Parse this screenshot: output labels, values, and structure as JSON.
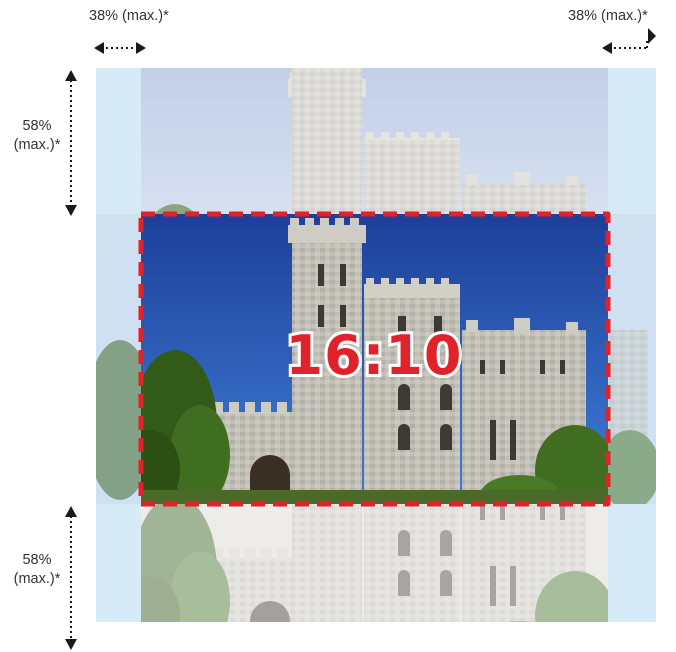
{
  "ratio_label": "16:10",
  "width_extension_note_left": "38% (max.)*",
  "width_extension_note_right": "38% (max.)*",
  "height_extension_note_upper": [
    "58%",
    "(max.)*"
  ],
  "height_extension_note_lower": [
    "58%",
    "(max.)*"
  ],
  "colors": {
    "frame_red": "#e0222b",
    "sky": "#2a5bc4",
    "sky_faded": "#9bb3dd",
    "margin_blue": "#d6eaf7",
    "stone": "#bfbcb4",
    "stone_dark": "#7d7a73",
    "tree_green": "#3d6b1f",
    "arrow": "#1a1a1a"
  }
}
